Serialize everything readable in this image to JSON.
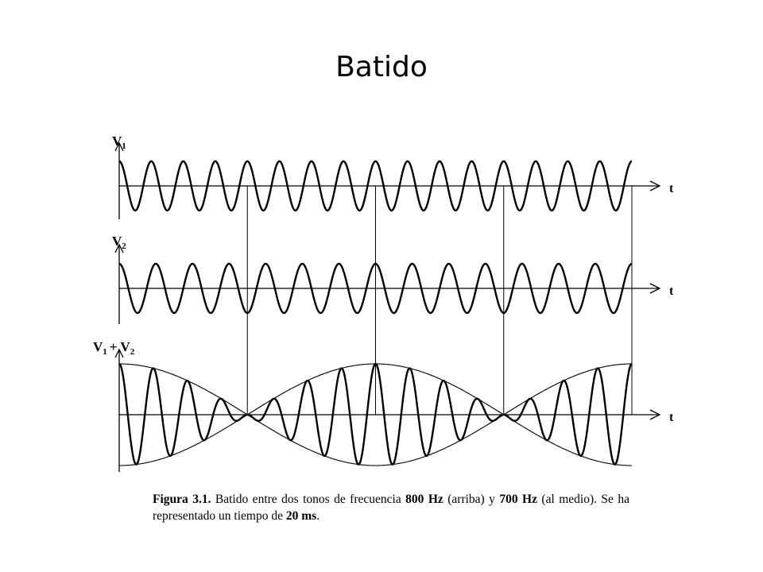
{
  "slide": {
    "title": "Batido"
  },
  "figure": {
    "panels": [
      {
        "label": "V",
        "sub": "1",
        "axis": "t",
        "frequency_hz": 800
      },
      {
        "label": "V",
        "sub": "2",
        "axis": "t",
        "frequency_hz": 700
      },
      {
        "label": "V",
        "sub": "1",
        "plus": "+ V",
        "sub2": "2",
        "axis": "t"
      }
    ],
    "caption": {
      "figure_label": "Figura 3.1.",
      "part1": " Batido entre dos tonos de frecuencia ",
      "freq1": "800 Hz",
      "part2": " (arriba) y ",
      "freq2": "700 Hz",
      "part3": " (al medio). Se ha representado un tiempo de ",
      "duration": "20 ms",
      "part4": "."
    },
    "colors": {
      "line": "#000000"
    }
  }
}
